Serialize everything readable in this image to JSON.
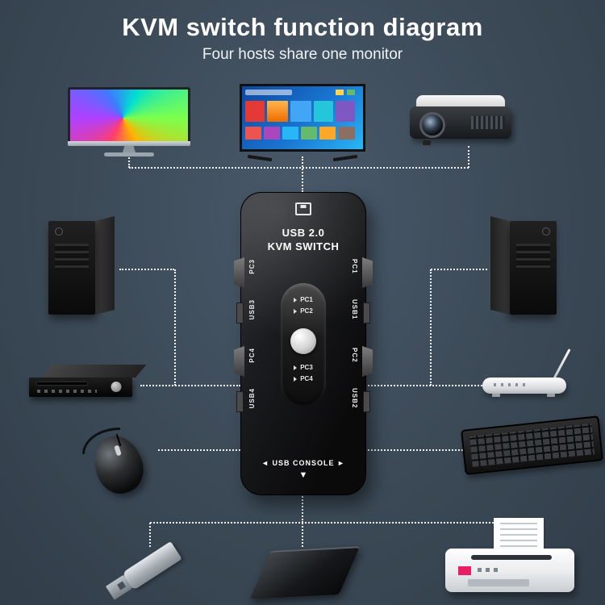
{
  "page": {
    "title": "KVM switch function diagram",
    "subtitle": "Four hosts share one monitor"
  },
  "colors": {
    "background": "#3b4956",
    "connector_line": "#ffffff",
    "kvm_body": "#141518",
    "title_text": "#ffffff"
  },
  "kvm": {
    "model_line1": "USB 2.0",
    "model_line2": "KVM SWITCH",
    "left_ports": [
      "PC3",
      "USB3",
      "PC4",
      "USB4"
    ],
    "right_ports": [
      "PC1",
      "USB1",
      "PC2",
      "USB2"
    ],
    "selector_labels": [
      "PC1",
      "PC2",
      "PC3",
      "PC4"
    ],
    "console_left_arrow": "◄",
    "console_label": "USB CONSOLE",
    "console_right_arrow": "►",
    "console_down_arrow": "▼"
  },
  "devices": [
    {
      "icon": "monitor-icon"
    },
    {
      "icon": "smart-tv-icon"
    },
    {
      "icon": "projector-icon"
    },
    {
      "icon": "pc-tower-left-icon"
    },
    {
      "icon": "pc-tower-right-icon"
    },
    {
      "icon": "dvd-player-icon"
    },
    {
      "icon": "wifi-router-icon"
    },
    {
      "icon": "mouse-icon"
    },
    {
      "icon": "keyboard-icon"
    },
    {
      "icon": "usb-flash-drive-icon"
    },
    {
      "icon": "portable-drive-icon"
    },
    {
      "icon": "printer-icon"
    }
  ]
}
